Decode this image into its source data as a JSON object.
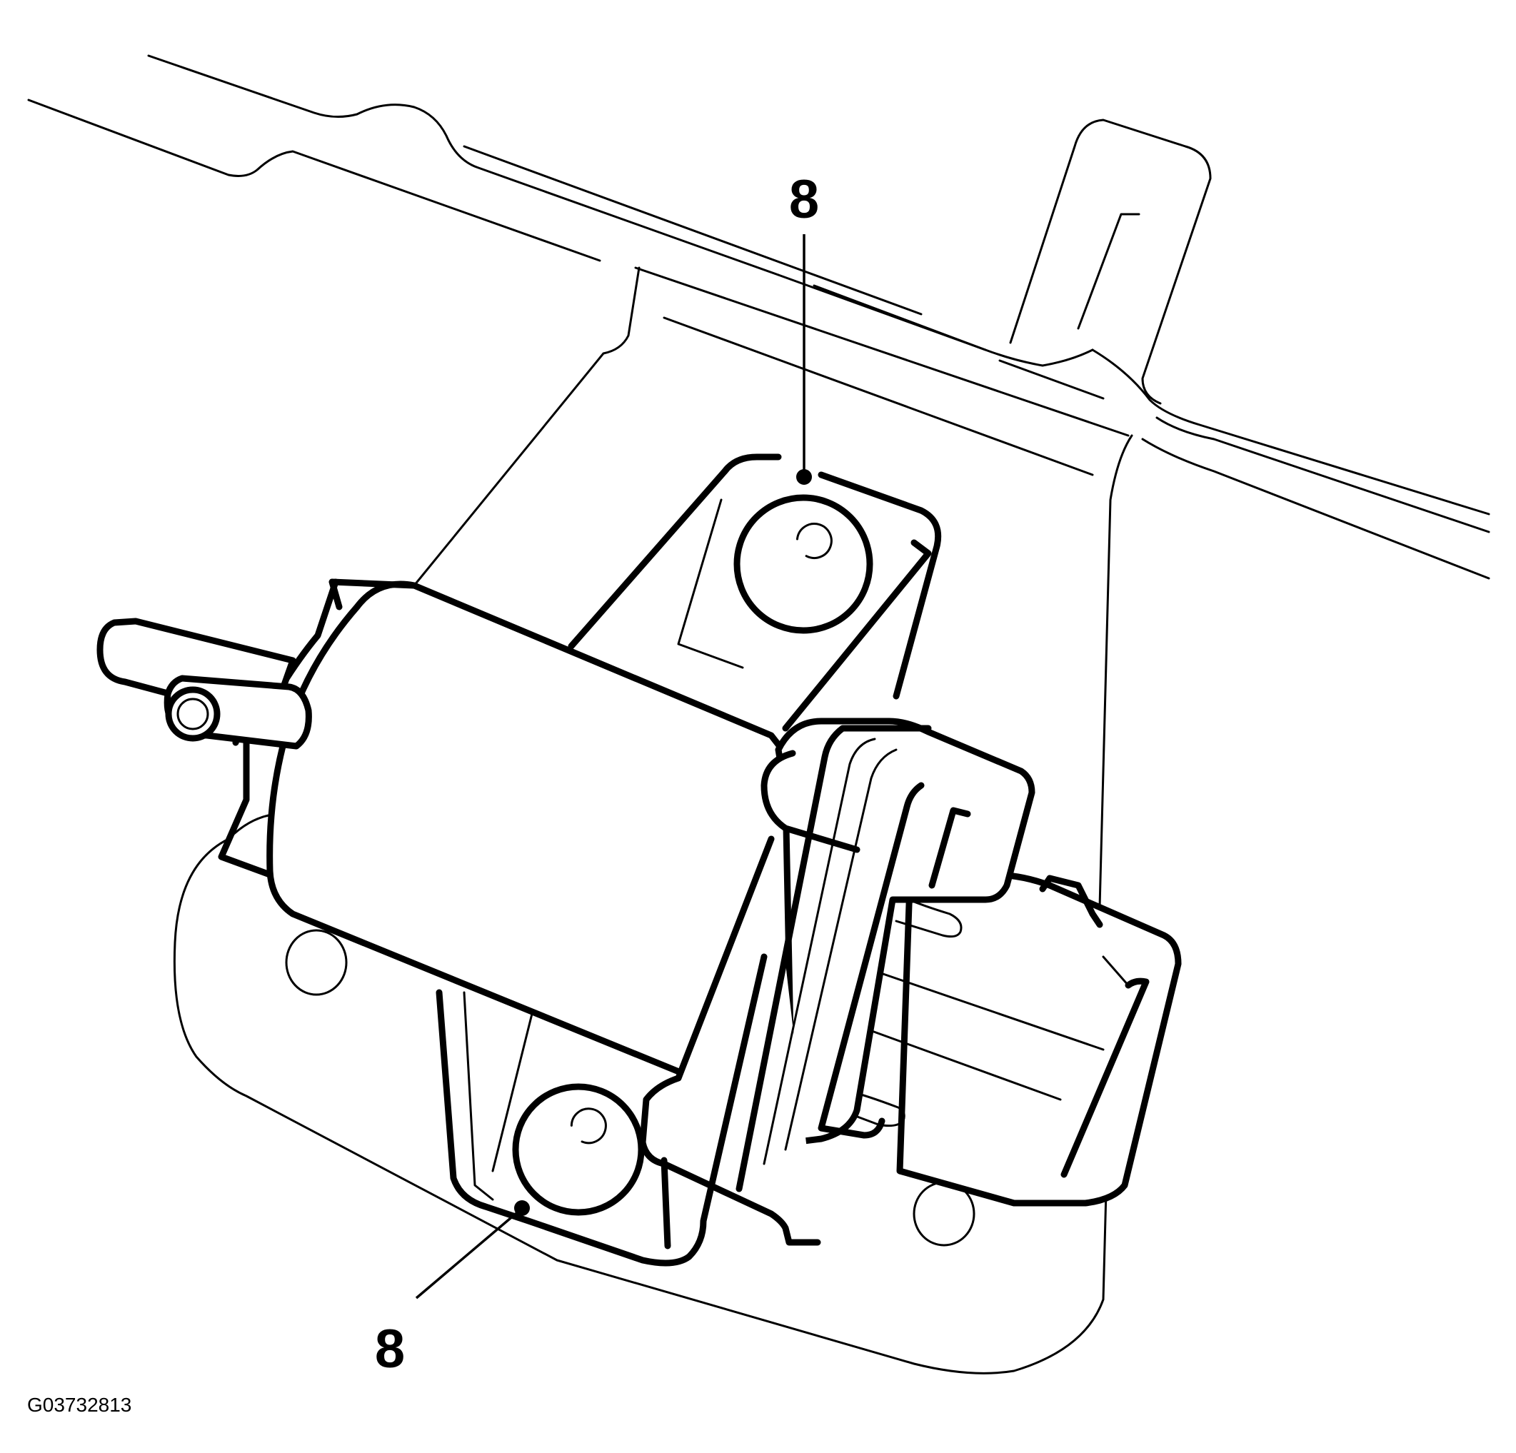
{
  "callouts": [
    {
      "label": "8"
    },
    {
      "label": "8"
    }
  ],
  "figure_id": "G03732813"
}
